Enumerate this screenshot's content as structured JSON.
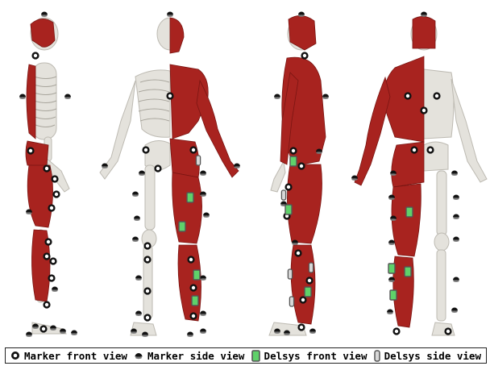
{
  "legend": {
    "marker_front": "Marker front view",
    "marker_side": "Marker side view",
    "delsys_front": "Delsys front view",
    "delsys_side": "Delsys side view"
  },
  "colors": {
    "muscle": "#a8231f",
    "muscle_dark": "#7a1512",
    "bone": "#e4e2dc",
    "bone_shade": "#bdbab2",
    "marker": "#111111",
    "delsys_fill": "#5fd16a",
    "delsys_border": "#555555"
  }
}
